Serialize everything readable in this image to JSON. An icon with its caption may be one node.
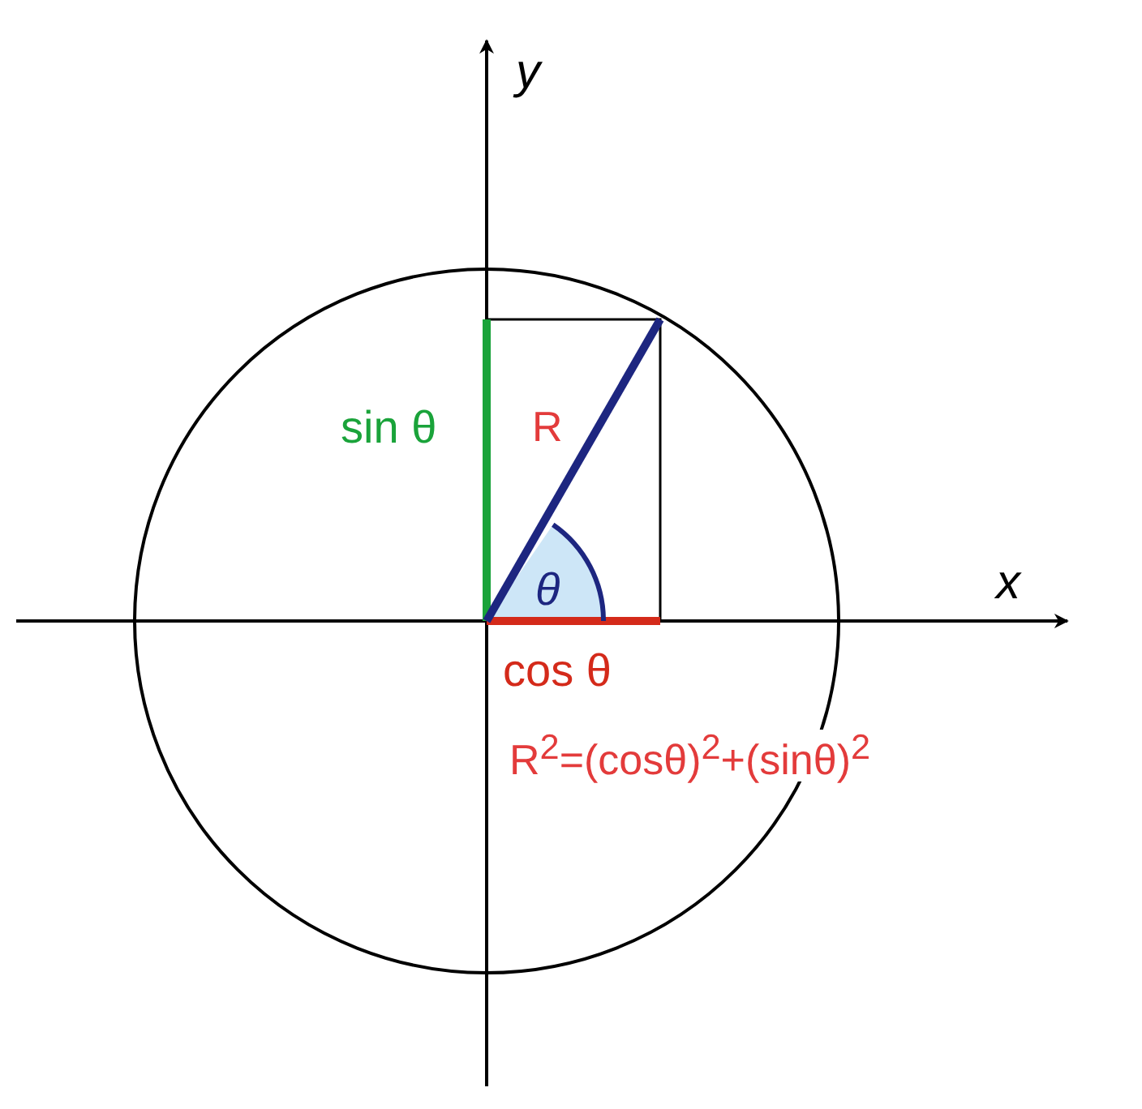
{
  "diagram": {
    "labels": [
      "y",
      "x",
      "sin θ",
      "R",
      "θ",
      "cos θ",
      "R$^{2}$=(cosθ)$^{2}$+(sinθ)$^{2}$"
    ]
  }
}
